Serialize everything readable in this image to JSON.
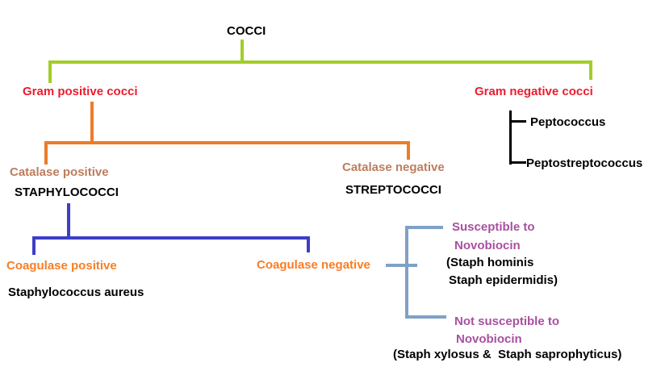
{
  "title": "COCCI classification flowchart",
  "colors": {
    "green": "#A2CD2A",
    "red": "#EC1C2E",
    "orange_line": "#EE7B28",
    "orange_text": "#FA7D23",
    "tan": "#BD7D5D",
    "blue": "#3E3EC8",
    "lightblue": "#7FA1C6",
    "purple": "#A850A0",
    "black": "#000000"
  },
  "nodes": {
    "root": "COCCI",
    "gram_positive": "Gram positive cocci",
    "gram_negative": "Gram negative cocci",
    "peptococcus": "Peptococcus",
    "peptostreptococcus": "Peptostreptococcus",
    "catalase_positive": "Catalase positive",
    "staphylococci": "STAPHYLOCOCCI",
    "catalase_negative": "Catalase negative",
    "streptococci": "STREPTOCOCCI",
    "coagulase_positive": "Coagulase positive",
    "staph_aureus": "Staphylococcus aureus",
    "coagulase_negative": "Coagulase negative",
    "susceptible_line1": "Susceptible to",
    "susceptible_line2": "Novobiocin",
    "susceptible_examples_line1": "(Staph hominis",
    "susceptible_examples_line2": "Staph epidermidis)",
    "not_susceptible_line1": "Not susceptible to",
    "not_susceptible_line2": "Novobiocin",
    "not_susceptible_examples": "(Staph xylosus &  Staph saprophyticus)"
  }
}
